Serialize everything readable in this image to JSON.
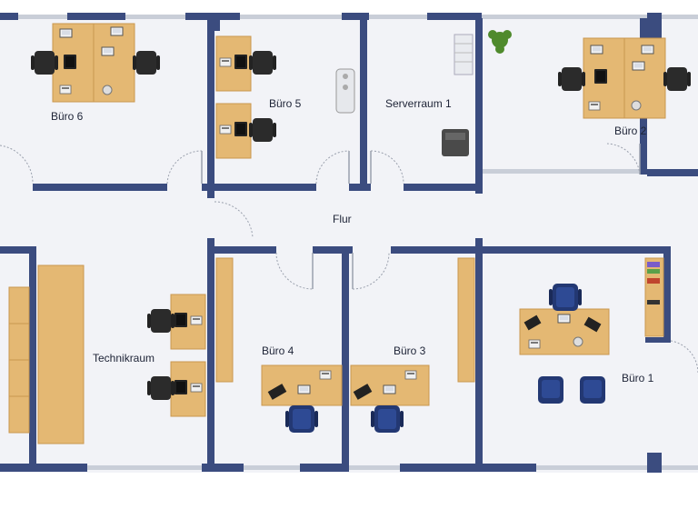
{
  "colors": {
    "floor": "#f2f3f7",
    "wall": "#3b4c7f",
    "wood": "#e4b873",
    "wood_dark": "#c9974f",
    "chair_black": "#2b2b2b",
    "chair_blue": "#233873",
    "window": "#b9bec9",
    "plant": "#4f8a2c",
    "door_arc": "#9aa0ad"
  },
  "rooms": {
    "buero_6": "Büro 6",
    "buero_5": "Büro 5",
    "serverraum_1": "Serverraum 1",
    "buero_2": "Büro 2",
    "flur": "Flur",
    "technikraum": "Technikraum",
    "buero_4": "Büro 4",
    "buero_3": "Büro 3",
    "buero_1": "Büro 1"
  },
  "icons": [
    "laptop-icon",
    "monitor-icon",
    "office-chair-icon",
    "armchair-icon",
    "printer-icon",
    "server-rack-icon",
    "plant-icon",
    "bookshelf-icon",
    "desk-lamp-icon"
  ]
}
